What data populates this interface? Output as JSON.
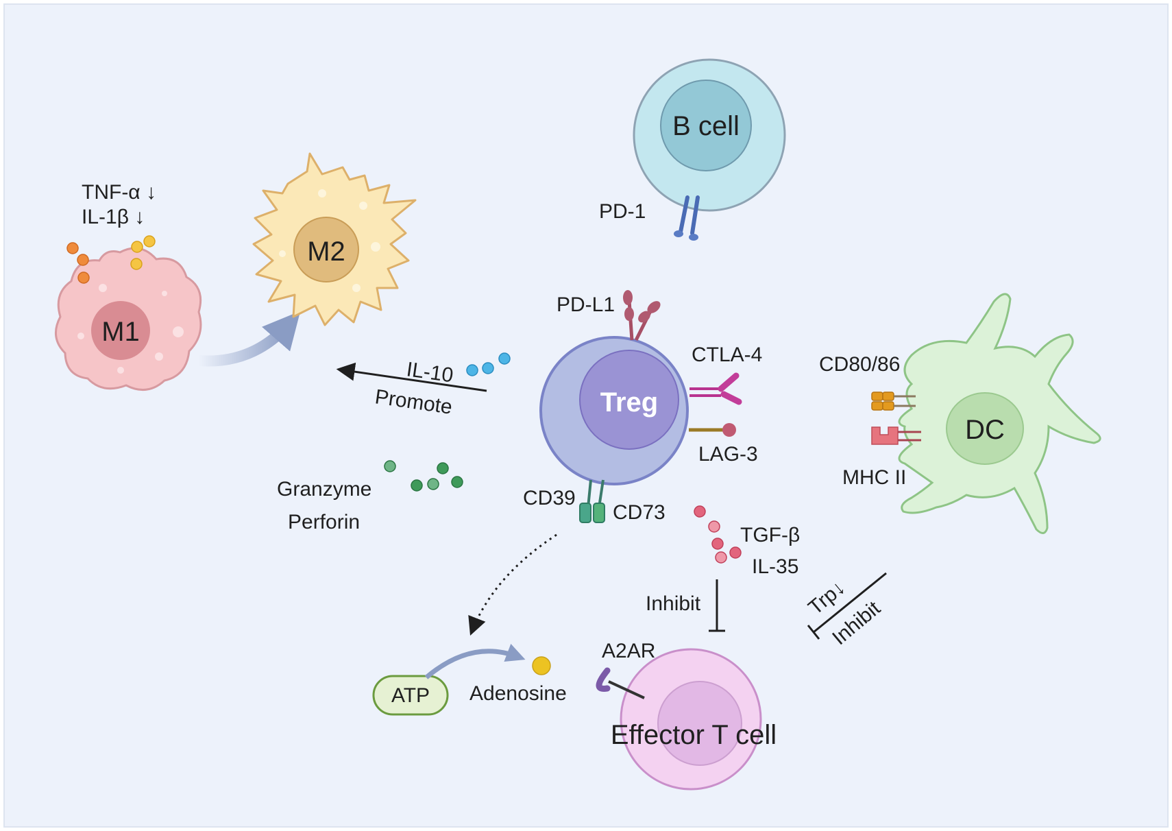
{
  "colors": {
    "panel": "#edf2fb",
    "b_cell": "#c3e7ef",
    "treg": "#b3bde3",
    "m1": "#f6c5c8",
    "m2": "#fbe8b7",
    "dc": "#dcf2d8",
    "effector": "#f4d2f1",
    "atp": "#e6f1d3",
    "arrow_blue": "#8a9cc4",
    "il10_dots": "#4db5e6",
    "granzyme_dots": "#3f9a5a",
    "tgf_dots": "#e2657d",
    "m1_dots": "#ef8b3c",
    "m2_dots": "#f5c543",
    "adenosine_dot": "#ecc322"
  },
  "cells": {
    "b_cell": "B cell",
    "m1": "M1",
    "m2": "M2",
    "treg": "Treg",
    "dc": "DC",
    "effector": "Effector T cell"
  },
  "labels": {
    "tnf": "TNF-α ↓",
    "il1": "IL-1β   ↓",
    "pd1": "PD-1",
    "pdl1": "PD-L1",
    "ctla4": "CTLA-4",
    "cd8086": "CD80/86",
    "lag3": "LAG-3",
    "mhc2": "MHC II",
    "il10": "IL-10",
    "promote": "Promote",
    "granzyme": "Granzyme",
    "perforin": "Perforin",
    "cd39": "CD39",
    "cd73": "CD73",
    "tgfb": "TGF-β",
    "il35": "IL-35",
    "inhibit": "Inhibit",
    "trp": "Trp↓",
    "inhibit2": "Inhibit",
    "a2ar": "A2AR",
    "atp": "ATP",
    "adenosine": "Adenosine"
  }
}
